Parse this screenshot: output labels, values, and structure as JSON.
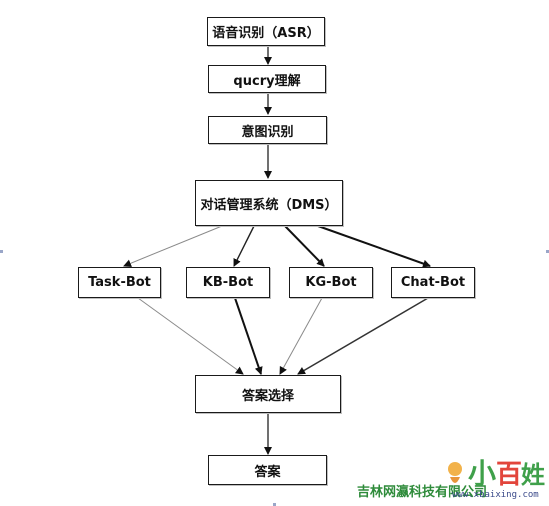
{
  "nodes": {
    "asr": "语音识别（ASR）",
    "query": "qucry理解",
    "intent": "意图识别",
    "dms": "对话管理系统（DMS）",
    "task_bot": "Task-Bot",
    "kb_bot": "KB-Bot",
    "kg_bot": "KG-Bot",
    "chat_bot": "Chat-Bot",
    "answer_select": "答案选择",
    "answer": "答案"
  },
  "watermark": {
    "company": "吉林网瀛科技有限公司",
    "brand": "小百姓",
    "url": "www.xbaixing.com"
  },
  "colors": {
    "line": "#111111",
    "line_light": "#7a7a7a",
    "watermark_green": "#2e8b3a"
  }
}
